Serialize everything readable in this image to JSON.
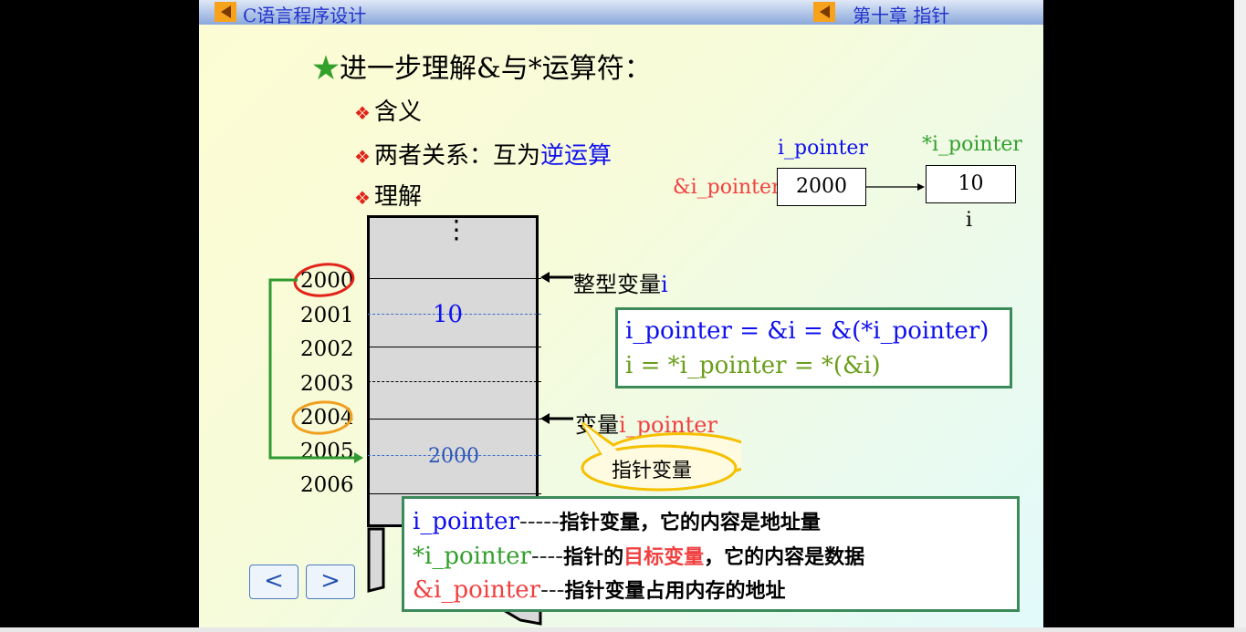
{
  "topbar": {
    "course_title": "C语言程序设计",
    "chapter_title": "第十章 指针"
  },
  "heading": {
    "star": "★",
    "text": "进一步理解&与*运算符："
  },
  "bullets": {
    "meaning": "含义",
    "relation_prefix": "两者关系：互为",
    "relation_highlight": "逆运算",
    "understanding": "理解",
    "symbol": "❖"
  },
  "pointer_diagram": {
    "pointer_name": "i_pointer",
    "deref_name": "*i_pointer",
    "address_name": "&i_pointer",
    "pointer_value": "2000",
    "target_value": "10",
    "target_name": "i"
  },
  "memory": {
    "dots": "⋮",
    "addresses": [
      "2000",
      "2001",
      "2002",
      "2003",
      "2004",
      "2005",
      "2006"
    ],
    "cell_i_value": "10",
    "cell_pointer_value": "2000",
    "label_int_var_prefix": "整型变量",
    "label_int_var_name": "i",
    "label_var_prefix": "变量",
    "label_var_name": "i_pointer"
  },
  "callout": {
    "text": "指针变量"
  },
  "equations": {
    "line1": "i_pointer  =  &i  =  &(*i_pointer)",
    "line2": "i  =    *i_pointer  =    *(&i)"
  },
  "definitions": {
    "row1_term": "i_pointer",
    "row1_dash": "-----",
    "row1_desc": "指针变量，它的内容是地址量",
    "row2_term": "*i_pointer",
    "row2_dash": "----",
    "row2_desc_a": "指针的",
    "row2_desc_highlight": "目标变量",
    "row2_desc_b": "，它的内容是数据",
    "row3_term": "&i_pointer",
    "row3_dash": "---",
    "row3_desc": "指针变量占用内存的地址"
  },
  "nav": {
    "prev": "<",
    "next": ">"
  }
}
